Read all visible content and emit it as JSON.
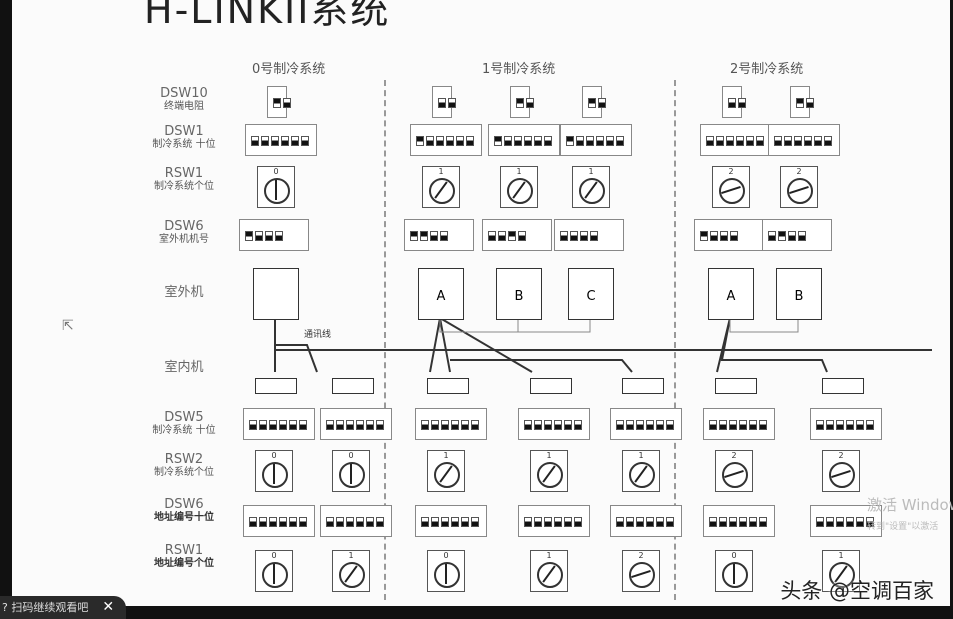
{
  "title": "H-LINKII系统",
  "systems": [
    {
      "header": "0号制冷系统",
      "outdoor": [
        {
          "label": "",
          "dsw10": [
            1,
            0
          ],
          "dsw1": [
            0,
            0,
            0,
            0,
            0,
            0
          ],
          "rsw1": 0,
          "dsw6": [
            1,
            0,
            0,
            0
          ]
        }
      ],
      "indoor": [
        {
          "dsw5": [
            0,
            0,
            0,
            0,
            0,
            0
          ],
          "rsw2": 0,
          "dsw6": [
            0,
            0,
            0,
            0,
            0,
            0
          ],
          "rsw1": 0
        },
        {
          "dsw5": [
            0,
            0,
            0,
            0,
            0,
            0
          ],
          "rsw2": 0,
          "dsw6": [
            0,
            0,
            0,
            0,
            0,
            0
          ],
          "rsw1": 1
        }
      ]
    },
    {
      "header": "1号制冷系统",
      "outdoor": [
        {
          "label": "A",
          "dsw10": [
            0,
            0
          ],
          "dsw1": [
            1,
            0,
            0,
            0,
            0,
            0
          ],
          "rsw1": 1,
          "dsw6": [
            1,
            1,
            0,
            0
          ]
        },
        {
          "label": "B",
          "dsw10": [
            1,
            0
          ],
          "dsw1": [
            1,
            0,
            0,
            0,
            0,
            0
          ],
          "rsw1": 1,
          "dsw6": [
            0,
            0,
            1,
            0
          ]
        },
        {
          "label": "C",
          "dsw10": [
            1,
            0
          ],
          "dsw1": [
            1,
            0,
            0,
            0,
            0,
            0
          ],
          "rsw1": 1,
          "dsw6": [
            0,
            0,
            0,
            0
          ]
        }
      ],
      "indoor": [
        {
          "dsw5": [
            0,
            0,
            0,
            0,
            0,
            0
          ],
          "rsw2": 1,
          "dsw6": [
            0,
            0,
            0,
            0,
            0,
            0
          ],
          "rsw1": 0
        },
        {
          "dsw5": [
            0,
            0,
            0,
            0,
            0,
            0
          ],
          "rsw2": 1,
          "dsw6": [
            0,
            0,
            0,
            0,
            0,
            0
          ],
          "rsw1": 1
        },
        {
          "dsw5": [
            0,
            0,
            0,
            0,
            0,
            0
          ],
          "rsw2": 1,
          "dsw6": [
            0,
            0,
            0,
            0,
            0,
            0
          ],
          "rsw1": 2
        }
      ]
    },
    {
      "header": "2号制冷系统",
      "outdoor": [
        {
          "label": "A",
          "dsw10": [
            0,
            0
          ],
          "dsw1": [
            0,
            0,
            0,
            0,
            0,
            0
          ],
          "rsw1": 2,
          "dsw6": [
            1,
            0,
            0,
            0
          ]
        },
        {
          "label": "B",
          "dsw10": [
            1,
            0
          ],
          "dsw1": [
            0,
            0,
            0,
            0,
            0,
            0
          ],
          "rsw1": 2,
          "dsw6": [
            0,
            1,
            0,
            0
          ]
        }
      ],
      "indoor": [
        {
          "dsw5": [
            0,
            0,
            0,
            0,
            0,
            0
          ],
          "rsw2": 2,
          "dsw6": [
            0,
            0,
            0,
            0,
            0,
            0
          ],
          "rsw1": 0
        },
        {
          "dsw5": [
            0,
            0,
            0,
            0,
            0,
            0
          ],
          "rsw2": 2,
          "dsw6": [
            0,
            0,
            0,
            0,
            0,
            0
          ],
          "rsw1": 1
        }
      ]
    }
  ],
  "labels": {
    "dsw10": "DSW10",
    "dsw10_sub": "终端电阻",
    "dsw1": "DSW1",
    "dsw1_sub": "制冷系统 十位",
    "rsw1": "RSW1",
    "rsw1_sub": "制冷系统个位",
    "dsw6": "DSW6",
    "dsw6_sub": "室外机机号",
    "outdoor": "室外机",
    "comm_line": "通讯线",
    "indoor": "室内机",
    "dsw5": "DSW5",
    "dsw5_sub": "制冷系统 十位",
    "rsw2": "RSW2",
    "rsw2_sub": "制冷系统个位",
    "idsw6": "DSW6",
    "idsw6_sub": "地址编号十位",
    "irsw1": "RSW1",
    "irsw1_sub": "地址编号个位"
  },
  "watermark": "头条 @空调百家",
  "activation": {
    "line1": "激活 Windows",
    "line2": "转到\"设置\"以激活"
  },
  "toast": {
    "text": "? 扫码继续观看吧",
    "close": "✕"
  }
}
